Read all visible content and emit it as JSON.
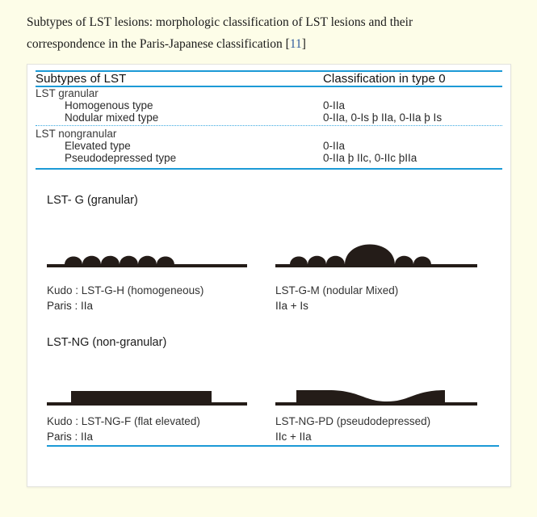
{
  "caption": {
    "line1": "Subtypes of LST lesions: morphologic classification of LST lesions and their",
    "line2_pre": "correspondence in the Paris-Japanese classification ",
    "bracket_open": "[",
    "reference_number": "11",
    "bracket_close": "]"
  },
  "table": {
    "headers": {
      "col_a": "Subtypes of LST",
      "col_b": "Classification in type 0"
    },
    "groups": [
      {
        "name": "LST granular",
        "rows": [
          {
            "subtype": "Homogenous type",
            "classification": "0-IIa"
          },
          {
            "subtype": "Nodular mixed type",
            "classification": "0-IIa, 0-Is þ IIa, 0-IIa þ Is"
          }
        ]
      },
      {
        "name": "LST nongranular",
        "rows": [
          {
            "subtype": "Elevated type",
            "classification": "0-IIa"
          },
          {
            "subtype": "Pseudodepressed type",
            "classification": "0-IIa þ IIc, 0-IIc  þIIa"
          }
        ]
      }
    ]
  },
  "figure": {
    "sections": [
      {
        "heading": "LST- G (granular)",
        "panels": [
          {
            "shape": "granular-homogeneous",
            "caption_line1": "Kudo : LST-G-H (homogeneous)",
            "caption_line2": "Paris : IIa"
          },
          {
            "shape": "granular-nodular-mixed",
            "caption_line1": "LST-G-M (nodular Mixed)",
            "caption_line2": "IIa + Is"
          }
        ]
      },
      {
        "heading": "LST-NG (non-granular)",
        "panels": [
          {
            "shape": "nongranular-flat-elevated",
            "caption_line1": "Kudo : LST-NG-F (flat elevated)",
            "caption_line2": "Paris : IIa"
          },
          {
            "shape": "nongranular-pseudodepressed",
            "caption_line1": "LST-NG-PD (pseudodepressed)",
            "caption_line2": "IIc + IIa"
          }
        ]
      }
    ]
  },
  "colors": {
    "page_background": "#fdfde8",
    "card_background": "#ffffff",
    "rule_blue": "#1c9ad6",
    "link_blue": "#2f5b9c",
    "lesion_dark": "#241c18",
    "text_dark": "#1a1a1a"
  }
}
